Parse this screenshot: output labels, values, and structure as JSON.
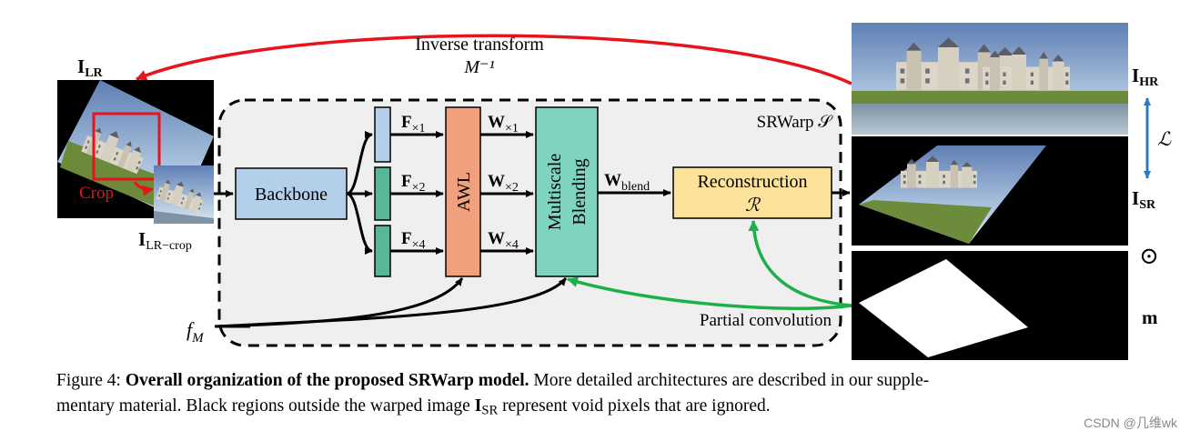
{
  "top_arrow": {
    "label": "Inverse transform",
    "symbol": "M⁻¹"
  },
  "inputs": {
    "lr_label": "I",
    "lr_sub": "LR",
    "crop_label": "Crop",
    "lr_crop_label": "I",
    "lr_crop_sub": "LR−crop",
    "fm_label": "f",
    "fm_sub": "M"
  },
  "container": {
    "title": "SRWarp 𝒮"
  },
  "blocks": {
    "backbone": "Backbone",
    "awl": "AWL",
    "blending_line1": "Multiscale",
    "blending_line2": "Blending",
    "reconstruction_line1": "Reconstruction",
    "reconstruction_line2": "ℛ"
  },
  "features": [
    {
      "label": "F",
      "sub": "×1"
    },
    {
      "label": "F",
      "sub": "×2"
    },
    {
      "label": "F",
      "sub": "×4"
    }
  ],
  "weights": [
    {
      "label": "W",
      "sub": "×1"
    },
    {
      "label": "W",
      "sub": "×2"
    },
    {
      "label": "W",
      "sub": "×4"
    }
  ],
  "w_blend": {
    "label": "W",
    "sub": "blend"
  },
  "partial_conv": "Partial convolution",
  "outputs": {
    "hr_label": "I",
    "hr_sub": "HR",
    "loss": "ℒ",
    "sr_label": "I",
    "sr_sub": "SR",
    "odot": "⊙",
    "mask": "m"
  },
  "caption": {
    "prefix": "Figure 4: ",
    "bold": "Overall organization of the proposed SRWarp model.",
    "rest1": " More detailed architectures are described in our supple-",
    "rest2a": "mentary material. Black regions outside the warped image ",
    "rest2_sym": "I",
    "rest2_sub": "SR",
    "rest2b": " represent void pixels that are ignored."
  },
  "watermark": "CSDN @几维wk",
  "colors": {
    "red_arrow": "#e8141c",
    "green_arrow": "#1db04a",
    "backbone_fill": "#b4cfe9",
    "feature1_fill": "#b4cfe9",
    "feature_fill": "#55b896",
    "awl_fill": "#f0a07c",
    "blending_fill": "#7fd3c1",
    "recon_fill": "#fde29a",
    "container_fill": "#efefef",
    "loss_arrow": "#2a7ac0"
  }
}
